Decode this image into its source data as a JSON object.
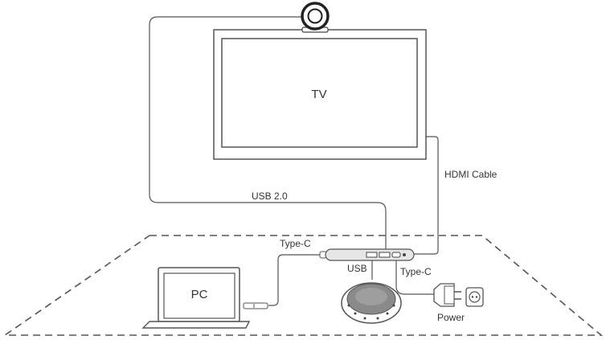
{
  "labels": {
    "tv": "TV",
    "pc": "PC",
    "usb_20": "USB 2.0",
    "hdmi_cable": "HDMI Cable",
    "type_c_left": "Type-C",
    "usb": "USB",
    "type_c_right": "Type-C",
    "power": "Power"
  },
  "colors": {
    "line": "#555555",
    "fill_dark": "#8a8a8a",
    "fill_light": "#e6e6e6"
  },
  "icons": [
    "camera-icon",
    "tv-icon",
    "laptop-icon",
    "usb-hub-icon",
    "speakerphone-icon",
    "power-adapter-icon",
    "power-outlet-icon"
  ]
}
